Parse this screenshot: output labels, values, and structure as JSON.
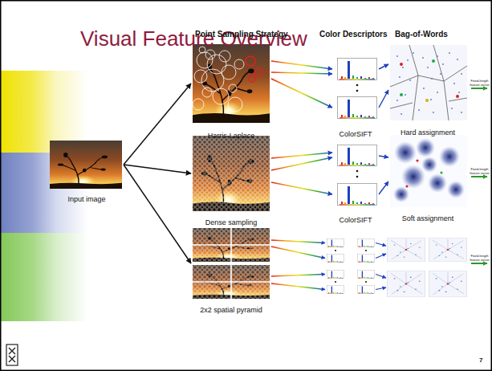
{
  "diagram": {
    "title": "Visual Feature Overview",
    "nodes": [
      {
        "text": [
          "Input image"
        ]
      },
      {
        "text": [
          "Harris-Laplace"
        ]
      },
      {
        "text": [
          "Dense sampling"
        ]
      },
      {
        "text": [
          "2x2 spatial pyramid"
        ]
      },
      {
        "text": [
          "ColorSIFT"
        ]
      },
      {
        "text": [
          "ColorSIFT"
        ]
      },
      {
        "text": [
          "Hard assignment"
        ]
      },
      {
        "text": [
          "Soft assignment"
        ]
      }
    ],
    "edges": [
      {
        "from": 0,
        "to": 1,
        "arrow": "to"
      },
      {
        "from": 0,
        "to": 2,
        "arrow": "to"
      },
      {
        "from": 0,
        "to": 3,
        "arrow": "to"
      },
      {
        "from": 1,
        "to": 4,
        "arrow": "to"
      },
      {
        "from": 2,
        "to": 5,
        "arrow": "to"
      },
      {
        "from": 4,
        "to": 6,
        "arrow": "to"
      },
      {
        "from": 5,
        "to": 7,
        "arrow": "to"
      }
    ],
    "labels": [
      "Point Sampling Strategy",
      "Color Descriptors",
      "Bag-of-Words",
      "Fixed-length feature vector",
      "Fixed-length feature vector",
      "Fixed-length feature vector",
      "7"
    ]
  }
}
